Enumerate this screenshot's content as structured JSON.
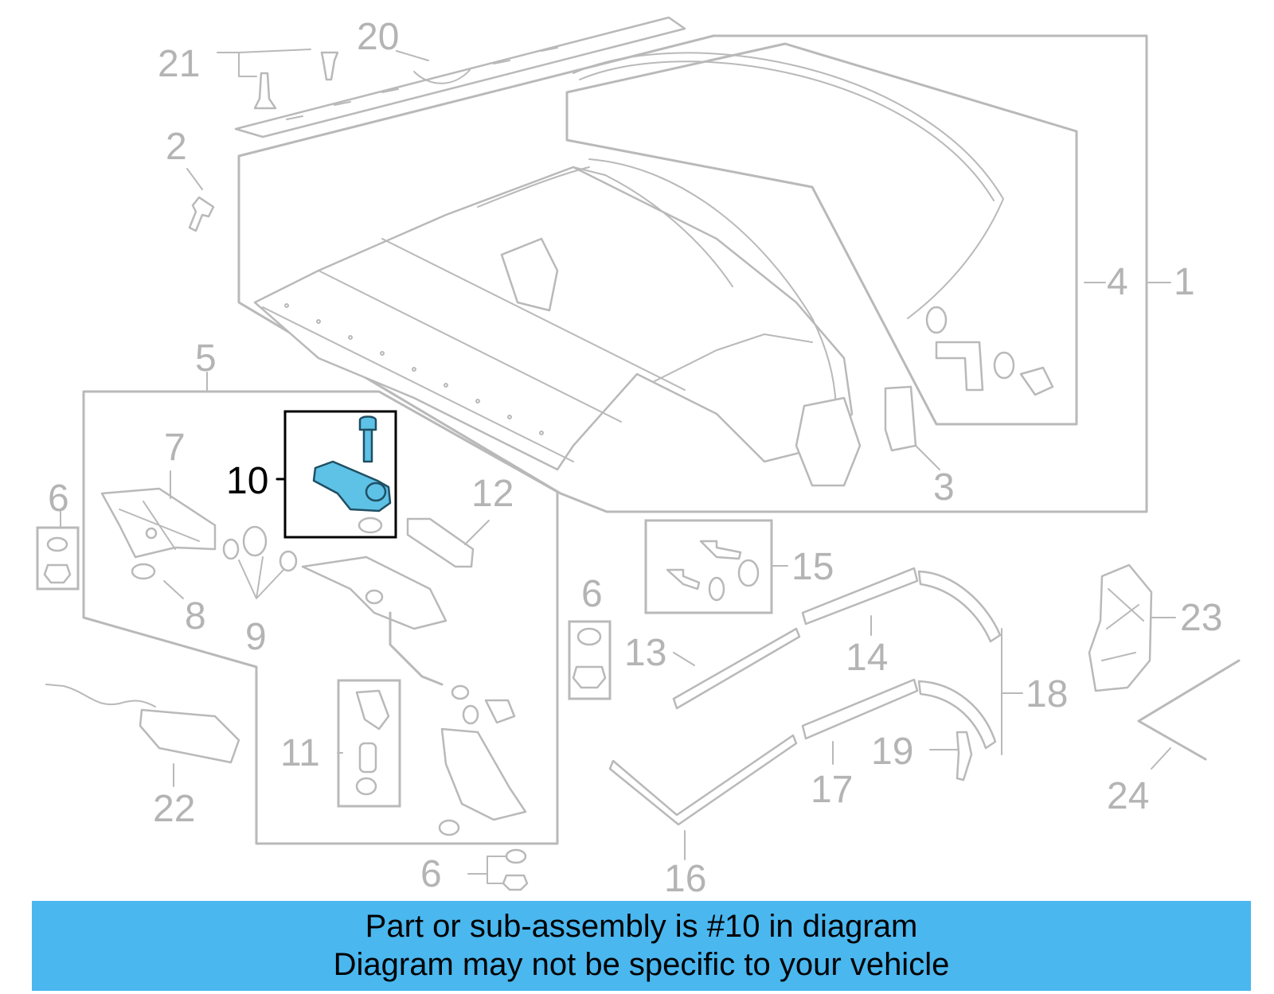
{
  "diagram": {
    "callouts": {
      "c1": "1",
      "c2": "2",
      "c3": "3",
      "c4": "4",
      "c5": "5",
      "c6a": "6",
      "c6b": "6",
      "c6c": "6",
      "c7": "7",
      "c8": "8",
      "c9": "9",
      "c10": "10",
      "c11": "11",
      "c12": "12",
      "c13": "13",
      "c14": "14",
      "c15": "15",
      "c16": "16",
      "c17": "17",
      "c18": "18",
      "c19": "19",
      "c20": "20",
      "c21": "21",
      "c22": "22",
      "c23": "23",
      "c24": "24"
    },
    "highlighted_part": "10",
    "highlight_color": "#5ec1e6",
    "line_color": "#b9b9b9"
  },
  "banner": {
    "line1": "Part or sub-assembly is #10 in diagram",
    "line2": "Diagram may not be specific to your vehicle",
    "background": "#4ab7ef"
  }
}
